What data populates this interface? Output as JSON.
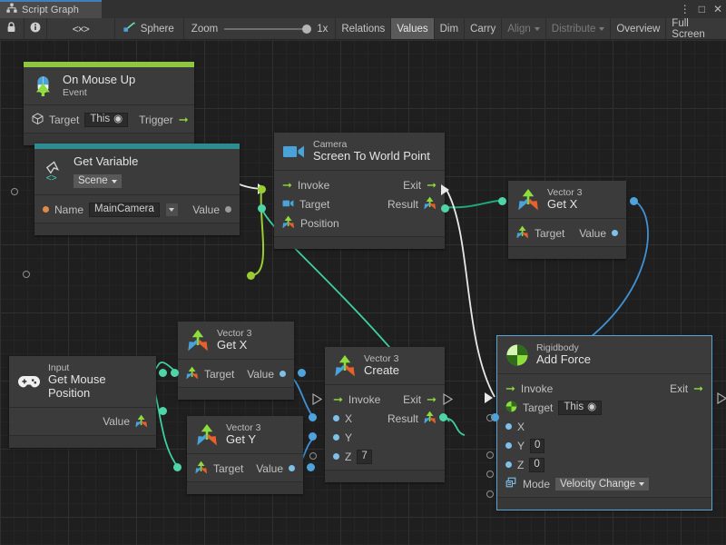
{
  "window": {
    "tab_label": "Script Graph",
    "tab_icon": "graph-icon",
    "buttons": [
      {
        "name": "more-options-button",
        "glyph": "⋮"
      },
      {
        "name": "maximize-button",
        "glyph": "□"
      },
      {
        "name": "close-button",
        "glyph": "✕"
      }
    ]
  },
  "toolbar": {
    "lock_icon": "lock-icon",
    "info_icon": "info-icon",
    "code_icon": "code-brackets-icon",
    "object_icon": "script-graph-icon",
    "object_name": "Sphere",
    "zoom_label": "Zoom",
    "zoom_value": "1x",
    "items": [
      {
        "name": "relations-toggle",
        "label": "Relations",
        "state": "normal"
      },
      {
        "name": "values-toggle",
        "label": "Values",
        "state": "active"
      },
      {
        "name": "dim-toggle",
        "label": "Dim",
        "state": "normal"
      },
      {
        "name": "carry-toggle",
        "label": "Carry",
        "state": "normal"
      },
      {
        "name": "align-dropdown",
        "label": "Align",
        "state": "dim",
        "caret": true
      },
      {
        "name": "distribute-dropdown",
        "label": "Distribute",
        "state": "dim",
        "caret": true
      },
      {
        "name": "overview-button",
        "label": "Overview",
        "state": "normal"
      },
      {
        "name": "full-screen-button",
        "label": "Full Screen",
        "state": "normal"
      }
    ]
  },
  "nodes": {
    "on_mouse_up": {
      "title": "On Mouse Up",
      "subtitle": "Event",
      "icon": "mouse-event-icon",
      "accent": "#8ec641",
      "target_label": "Target",
      "target_value": "This",
      "trigger_label": "Trigger"
    },
    "get_variable": {
      "title": "Get Variable",
      "icon": "unity-variable-icon",
      "accent": "#2e8b92",
      "scope": "Scene",
      "name_label": "Name",
      "name_value": "MainCamera",
      "value_label": "Value"
    },
    "screen_to_world": {
      "subtitle": "Camera",
      "title": "Screen To World Point",
      "icon": "camera-icon",
      "invoke_label": "Invoke",
      "exit_label": "Exit",
      "target_label": "Target",
      "result_label": "Result",
      "position_label": "Position"
    },
    "vec3_get_x_top": {
      "subtitle": "Vector 3",
      "title": "Get X",
      "icon": "vector3-icon",
      "target_label": "Target",
      "value_label": "Value"
    },
    "input_mouse_position": {
      "subtitle": "Input",
      "title": "Get Mouse Position",
      "icon": "gamepad-icon",
      "value_label": "Value"
    },
    "vec3_get_x_mid": {
      "subtitle": "Vector 3",
      "title": "Get X",
      "icon": "vector3-icon",
      "target_label": "Target",
      "value_label": "Value"
    },
    "vec3_get_y": {
      "subtitle": "Vector 3",
      "title": "Get Y",
      "icon": "vector3-icon",
      "target_label": "Target",
      "value_label": "Value"
    },
    "vec3_create": {
      "subtitle": "Vector 3",
      "title": "Create",
      "icon": "vector3-icon",
      "invoke_label": "Invoke",
      "exit_label": "Exit",
      "x_label": "X",
      "y_label": "Y",
      "z_label": "Z",
      "z_value": "7",
      "result_label": "Result"
    },
    "add_force": {
      "subtitle": "Rigidbody",
      "title": "Add Force",
      "icon": "rigidbody-icon",
      "selected": true,
      "invoke_label": "Invoke",
      "exit_label": "Exit",
      "target_label": "Target",
      "target_value": "This",
      "x_label": "X",
      "y_label": "Y",
      "y_value": "0",
      "z_label": "Z",
      "z_value": "0",
      "mode_label": "Mode",
      "mode_value": "Velocity Change",
      "mode_icon": "enum-icon"
    }
  },
  "colors": {
    "accent_green": "#8ec641",
    "accent_teal": "#2e8b92",
    "wire_control_flow": "#e8e8e8",
    "wire_value_green": "#9acd32",
    "wire_value_teal": "#3fcf9e",
    "wire_value_blue": "#3f91d4",
    "port_blue": "#7fc0e8",
    "selection": "#5ba4d6",
    "canvas_bg": "#1f1f1f"
  }
}
